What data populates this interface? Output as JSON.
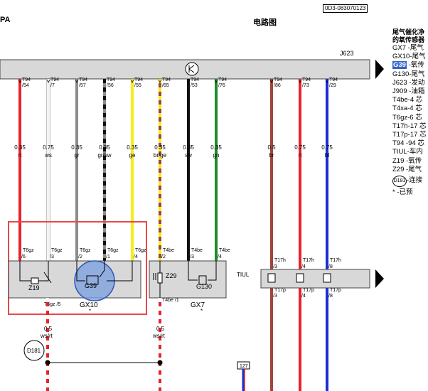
{
  "header": {
    "left_fragment": "PA",
    "title": "电路图",
    "code": "0D3-083070123"
  },
  "ecu": {
    "label": "J623"
  },
  "wires": [
    {
      "pin": "T94/54",
      "gauge": "0.35",
      "color_code": "rt",
      "stroke": "#e8232a"
    },
    {
      "pin": "T94/7",
      "gauge": "0.75",
      "color_code": "ws",
      "stroke": "#f4f4f4"
    },
    {
      "pin": "T94/57",
      "gauge": "0.35",
      "color_code": "gr",
      "stroke": "#8c8c8c"
    },
    {
      "pin": "T94/56",
      "gauge": "0.35",
      "color_code": "gr/sw",
      "stroke": "#8c8c8c"
    },
    {
      "pin": "T94/55",
      "gauge": "0.35",
      "color_code": "ge",
      "stroke": "#f6ec16"
    },
    {
      "pin": "T94/65",
      "gauge": "0.35",
      "color_code": "br/ge",
      "stroke": "#a0453c"
    },
    {
      "pin": "T94/53",
      "gauge": "0.35",
      "color_code": "sw",
      "stroke": "#111111"
    },
    {
      "pin": "T94/76",
      "gauge": "0.35",
      "color_code": "gn",
      "stroke": "#1c8c2a"
    },
    {
      "pin": "T94/86",
      "gauge": "0.5",
      "color_code": "br",
      "stroke": "#a0453c"
    },
    {
      "pin": "T94/73",
      "gauge": "0.75",
      "color_code": "rt",
      "stroke": "#e8232a"
    },
    {
      "pin": "T94/29",
      "gauge": "0.75",
      "color_code": "bl",
      "stroke": "#1b2fd6"
    }
  ],
  "connectors": {
    "t6gz": [
      "T6gz /6",
      "T6gz /3",
      "T6gz /2",
      "T6gz /1",
      "T6gz /4"
    ],
    "t4be": [
      "T4be /2",
      "T4be /3",
      "T4be /4"
    ],
    "t17h": [
      "T17h /3",
      "T17h /4",
      "T17h /8"
    ],
    "t17p": [
      "T17p /3",
      "T17p /4",
      "T17p /8"
    ],
    "t6gz_bottom": "T6gz /5",
    "t4be_bottom": "T4be /1"
  },
  "components": {
    "z19": "Z19",
    "g39": "G39",
    "gx10": "GX10",
    "gx10_mark": "*",
    "z29": "Z29",
    "g130": "G130",
    "gx7": "GX7",
    "gx7_mark": "*",
    "tiul": "TIUL",
    "d181": "D181",
    "t27": "127"
  },
  "bottom_wires": [
    {
      "gauge": "0.5",
      "color_code": "ws/rt"
    },
    {
      "gauge": "0.5",
      "color_code": "ws/rt"
    }
  ],
  "legend": {
    "title_1": "尾气催化净",
    "title_2": "的氧传感器",
    "items": [
      {
        "code": "GX7",
        "text": " -尾气"
      },
      {
        "code": "GX10",
        "text": "-尾气"
      },
      {
        "code": "G39",
        "text": " -氧传",
        "highlight": true
      },
      {
        "code": "G130",
        "text": "-尾气"
      },
      {
        "code": "J623",
        "text": " -发动"
      },
      {
        "code": "J909",
        "text": " -油箱"
      },
      {
        "code": "T4be",
        "text": "-4 芯"
      },
      {
        "code": "T4xa",
        "text": "-4 芯"
      },
      {
        "code": "T6gz",
        "text": "-6 芯"
      },
      {
        "code": "T17h",
        "text": "-17 芯"
      },
      {
        "code": "T17p",
        "text": "-17 芯"
      },
      {
        "code": "T94",
        "text": " -94 芯"
      },
      {
        "code": "TIUL",
        "text": "-车内"
      },
      {
        "code": "Z19",
        "text": " -氧传"
      },
      {
        "code": "Z29",
        "text": " -尾气"
      },
      {
        "code": "D181",
        "text": "-连接"
      },
      {
        "code": "*",
        "text": "     -已预"
      }
    ]
  }
}
